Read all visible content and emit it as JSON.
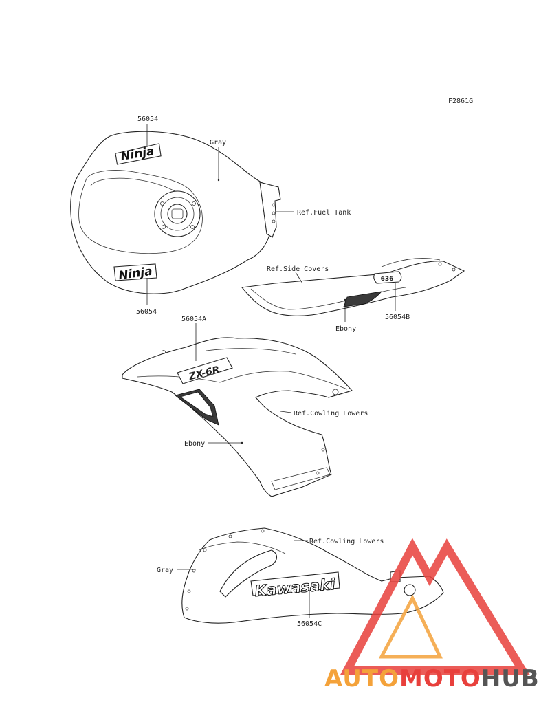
{
  "figure_code": "F2861G",
  "labels": {
    "tank_decal_top": "56054",
    "tank_decal_bottom": "56054",
    "tank_color": "Gray",
    "ref_fuel_tank": "Ref.Fuel Tank",
    "ref_side_covers": "Ref.Side Covers",
    "side_cover_decal": "56054B",
    "side_cover_color": "Ebony",
    "upper_cowl_decal": "56054A",
    "ref_cowling_lowers_1": "Ref.Cowling Lowers",
    "upper_cowl_color": "Ebony",
    "ref_cowling_lowers_2": "Ref.Cowling Lowers",
    "lower_cowl_color": "Gray",
    "lower_cowl_decal": "56054C"
  },
  "decals": {
    "ninja_top": "Ninja",
    "ninja_bottom": "Ninja",
    "side_cover_badge": "636",
    "upper_cowl_badge": "ZX-6R",
    "lower_cowl_badge": "Kawasaki"
  },
  "watermark": {
    "part1": "AUTO",
    "part2": "MOTO",
    "part3": "HUB",
    "color1": "#f4a23a",
    "color2": "#e8403c",
    "color3": "#555555"
  }
}
